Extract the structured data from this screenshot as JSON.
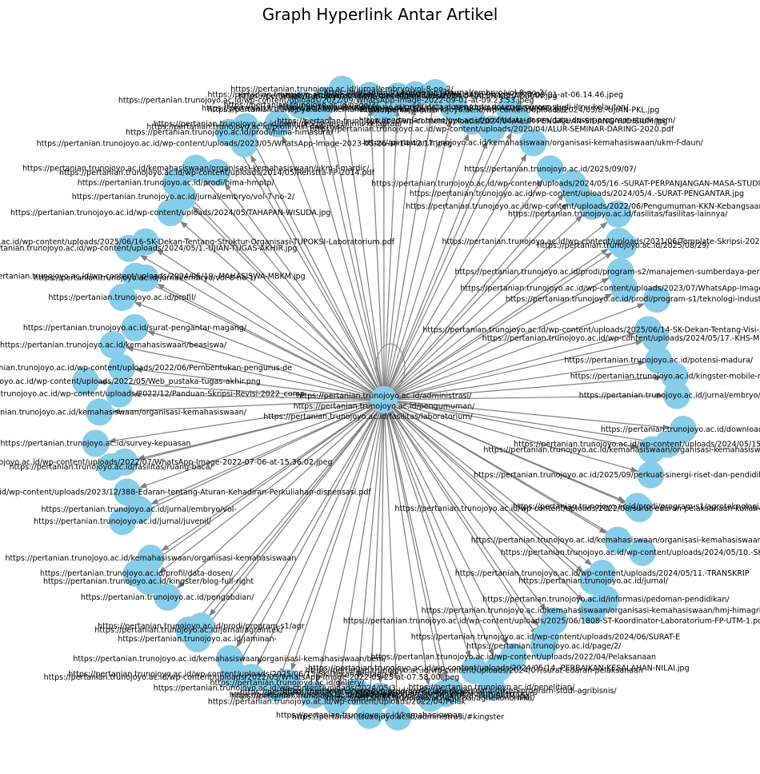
{
  "title": "Graph Hyperlink Antar Artikel",
  "colors": {
    "node": "#87ceeb",
    "edge": "#808080",
    "text": "#000000",
    "background": "#ffffff"
  },
  "center": {
    "labels": [
      "https://pertanian.trunojoyo.ac.id/administrasi/",
      "https://pertanian.trunojoyo.ac.id/pengumuman/",
      "https://pertanian.trunojoyo.ac.id/fasilitas/laboratorium/"
    ]
  },
  "nodes": [
    "https://pertanian.trunojoyo.ac.id/wp-content/uploads/2024/05/13.-PERBAIKAN-AKUN-SIAKAD.jpg",
    "https://pertanian.trunojoyo.ac.id/wp-content/uploads/2024/04/ALUR-KEHADIRAN.jpg",
    "https://pertanian.trunojoyo.ac.id/wp-content/uploads/2023/03/WhatsApp-Image-2023-03-01-at-06.14.46.jpeg",
    "https://pertanian.trunojoyo.ac.id/jurnal/embryo/vol-8-no-2/",
    "https://pertanian.trunojoyo.ac.id/profil/data-dosen/data-dosen-program-studi-ilmu-kelautan/",
    "https://pertanian.trunojoyo.ac.id/wp-content/uploads/2024/04/ALUR-PENGAJUAN-SIDANG-YUDISIUM.jpg",
    "https://pertanian.trunojoyo.ac.id/wp-content/uploads/2020/04/ALUR-SEMINAR-DARING-2020.pdf",
    "https://pertanian.trunojoyo.ac.id/wp-content/uploads/2024/05/8.-UJIAN-PKL.jpg",
    "https://pertanian.trunojoyo.ac.id/profil/data-dosen/data-dosen-program-studi-msm/",
    "https://pertanian.trunojoyo.ac.id/kemahasiswaan/organisasi-kemahasiswaan/ukm-f-daun/",
    "https://pertanian.trunojoyo.ac.id/2025/09/07/",
    "https://pertanian.trunojoyo.ac.id/wp-content/uploads/2024/05/16.-SURAT-PERPANJANGAN-MASA-STUDI.jpg",
    "https://pertanian.trunojoyo.ac.id/wp-content/uploads/2024/05/4.-SURAT-PENGANTAR.jpg",
    "https://pertanian.trunojoyo.ac.id/wp-content/uploads/2022/06/Pengumuman-KKN-Kebangsaan.pdf",
    "https://pertanian.trunojoyo.ac.id/fasilitas/fasilitas-lainnya/",
    "https://pertanian.trunojoyo.ac.id/wp-content/uploads/2021/06/Template-Skripsi-2020-REV.pdf",
    "https://pertanian.trunojoyo.ac.id/2025/08/29/",
    "https://pertanian.trunojoyo.ac.id/prodi/program-s2/manajemen-sumberdaya-pertanian/",
    "https://pertanian.trunojoyo.ac.id/wp-content/uploads/2023/07/WhatsApp-Image-2023-",
    "https://pertanian.trunojoyo.ac.id/prodi/program-s1/teknologi-industri-pertanian/",
    "https://pertanian.trunojoyo.ac.id/wp-content/uploads/2025/06/14-SK-Dekan-Tentang-Visi-Misi-Laboratorium-FP-UTM.pdf",
    "https://pertanian.trunojoyo.ac.id/wp-content/uploads/2024/05/17.-KHS-MBKM-PERTUKARAN",
    "https://pertanian.trunojoyo.ac.id/potensi-madura/",
    "https://pertanian.trunojoyo.ac.id/kingster-mobile-menu",
    "https://pertanian.trunojoyo.ac.id/jurnal/embryo/vol-",
    "https://pertanian.trunojoyo.ac.id/download/",
    "https://pertanian.trunojoyo.ac.id/wp-content/uploads/2024/05/15.-PERMOHONAN",
    "https://pertanian.trunojoyo.ac.id/kemahasiswaan/organisasi-kemahasiswaan/ukm-f-alipi/",
    "https://pertanian.trunojoyo.ac.id/2025/09/perkuat-sinergi-riset-dan-pendidikan-fp-utm-dan-fp",
    "https://pertanian.trunojoyo.ac.id/prodi/program-s1/agroteknologi/",
    "https://pertanian.trunojoyo.ac.id/wp-content/uploads/2022/08/surat-edaran-pelaksanaan-kuliah-semester-gasal-2022-2023-s.pdf",
    "https://pertanian.trunojoyo.ac.id/kemahasiswaan/organisasi-kemahasiswaan/",
    "https://pertanian.trunojoyo.ac.id/wp-content/uploads/2024/05/10.-SKPI.jpg",
    "https://pertanian.trunojoyo.ac.id/wp-content/uploads/2024/05/11.-TRANSKRIP",
    "https://pertanian.trunojoyo.ac.id/jurnal/",
    "https://pertanian.trunojoyo.ac.id/informasi/pedoman-pendidikan/",
    "https://pertanian.trunojoyo.ac.id/kemahasiswaan/organisasi-kemahasiswaan/hmj-himagri/",
    "https://pertanian.trunojoyo.ac.id/wp-content/uploads/2025/06/1808-ST-Koordinator-Laboratorium-FP-UTM-1.pdf",
    "https://pertanian.trunojoyo.ac.id/wp-content/uploads/2024/06/SURAT-E",
    "https://pertanian.trunojoyo.ac.id/page/2/",
    "https://pertanian.trunojoyo.ac.id/wp-content/uploads/2022/04/Pelaksanaan",
    "https://pertanian.trunojoyo.ac.id/wp-content/uploads/2024/05/14.-PERBAIKAN-KESALAHAN-NILAI.jpg",
    "https://pertanian.trunojoyo.ac.id/penelitian/",
    "https://pertanian.trunojoyo.ac.id/wp-content/uploads/2024/07/surat-edaran-pelaksanaan",
    "https://pertanian.trunojoyo.ac.id/profil/data-dosen/data-dosen-program-studi-agribisnis/",
    "https://pertanian.trunojoyo.ac.id/jurnal/embryo",
    "https://pertanian.trunojoyo.ac.id/jurnal/agriekonomika/",
    "https://pertanian.trunojoyo.ac.id/administrasi/#kingster",
    "https://pertanian.trunojoyo.ac.id/wp-content/uploads/2024/05/8.-YUDISIUM.jpg",
    "https://pertanian.trunojoyo.ac.id/kemahasiswaan",
    "https://pertanian.trunojoyo.ac.id/prodi/program-s1/agribisnis/",
    "https://pertanian.trunojoyo.ac.id/wp-content/uploads/2022/04/Pelak",
    "https://pertanian.trunojoyo.ac.id/panduan-m",
    "https://pertanian.trunojoyo.ac.id/gallery/",
    "https://pertanian.trunojoyo.ac.id/wp-content/uploads/2024/05/3.",
    "https://pertanian.trunojoyo.ac.id/wp-content/uploads/2022/05/WhatsApp-Image-2022-05-25-at-07.58.00.jpeg",
    "https://pertanian.trunojoyo.ac.id/wp-content/uploads/2025/06/15-SK-Dekan-Tentang-Ke",
    "https://pertanian.trunojoyo.ac.id/kemahasiswaan/organisasi-kemahasiswaan/bem/",
    "https://pertanian.trunojoyo.ac.id/jaminan-",
    "https://pertanian.trunojoyo.ac.id/jurnal/agrointek/",
    "https://pertanian.trunojoyo.ac.id/prodi/program-s1/agr",
    "https://pertanian.trunojoyo.ac.id/pengabdian/",
    "https://pertanian.trunojoyo.ac.id/kingster/blog-full-right",
    "https://pertanian.trunojoyo.ac.id/profil/data-dosen/",
    "https://pertanian.trunojoyo.ac.id/kemahasiswaan/organisasi-kemahasiswaan",
    "https://pertanian.trunojoyo.ac.id/jurnal/juvenil/",
    "https://pertanian.trunojoyo.ac.id/jurnal/embryo/vol-",
    "https://pertanian.trunojoyo.ac.id/wp-content/uploads/2023/12/388-Edaran-tentang-Aturan-Kehadiran-Perkuliahan-dispensasi.pdf",
    "https://pertanian.trunojoyo.ac.id/fasilitas/ruang-baca/",
    "https://pertanian.trunojoyo.ac.id/wp-content/uploads/2022/07/WhatsApp-Image-2022-07-06-at-15.36.02.jpeg",
    "https://pertanian.trunojoyo.ac.id/survey-kepuasan",
    "https://pertanian.trunojoyo.ac.id/kemahasiswaan/organisasi-kemahasiswaan/",
    "https://pertanian.trunojoyo.ac.id/wp-content/uploads/2022/12/Panduan-Skripsi-Revisi-2022_comp",
    "https://pertanian.trunojoyo.ac.id/wp-content/uploads/2022/05/Web_pustaka-tugas-akhir.png",
    "https://pertanian.trunojoyo.ac.id/wp-content/uploads/2022/06/Pembentukan-pengurus-de",
    "https://pertanian.trunojoyo.ac.id/kemahasiswaan/beasiswa/",
    "https://pertanian.trunojoyo.ac.id/surat-pengantar-magang/",
    "https://pertanian.trunojoyo.ac.id/profil/",
    "https://pertanian.trunojoyo.ac.id/jurnal/embryo/vol-8-no-1/",
    "https://pertanian.trunojoyo.ac.id/wp-content/uploads/2024/05/19.-MAHASISWA-MBKM.jpg",
    "https://pertanian.trunojoyo.ac.id/wp-content/uploads/2024/05/1.-UJIAN-TUGAS-AKHIR.jpg",
    "https://pertanian.trunojoyo.ac.id/wp-content/uploads/2025/06/16-SK-Dekan-Tentang-Struktur-Organisasi-TUPOKSI-Laboratorium.pdf",
    "https://pertanian.trunojoyo.ac.id/wp-content/uploads/2024/05/TAHAPAN-WISUDA.jpg",
    "https://pertanian.trunojoyo.ac.id/jurnal/embryo/vol-7-no-2/",
    "https://pertanian.trunojoyo.ac.id/prodi/hima-hmptp/",
    "https://pertanian.trunojoyo.ac.id/kemahasiswaan/organisasi-kemahasiswaan/ukm-f-mardic/",
    "https://pertanian.trunojoyo.ac.id/wp-content/uploads/2014/05/Renstra-FP-2014.pdf",
    "https://pertanian.trunojoyo.ac.id/prodi/hima-himasura/",
    "https://pertanian.trunojoyo.ac.id/wp-content/uploads/2023/05/WhatsApp-Image-2023-05-26-at-14.42.17.jpeg",
    "https://pertanian.trunojoyo.ac.id/profil/visi-dan-misi/",
    "https://pertanian.trunojoyo.ac.id/prodi/program-s1/ilmu-kelautan/",
    "https://pertanian.trunojoyo.ac.id/page/3/",
    "https://pertanian.trunojoyo.ac.id/kemahasiswaan/hmj-hip/",
    "https://pertanian.trunojoyo.ac.id/wp-content/uploads/2022/09/WhatsApp-Image-2022-09-01-at-09.23.53.jpeg",
    "https://pertanian.trunojoyo.ac.id/jurnal/embryo/vol-8-no-2/",
    "https://pertanian.trunojoyo.ac.id/profil/sejarah/"
  ]
}
